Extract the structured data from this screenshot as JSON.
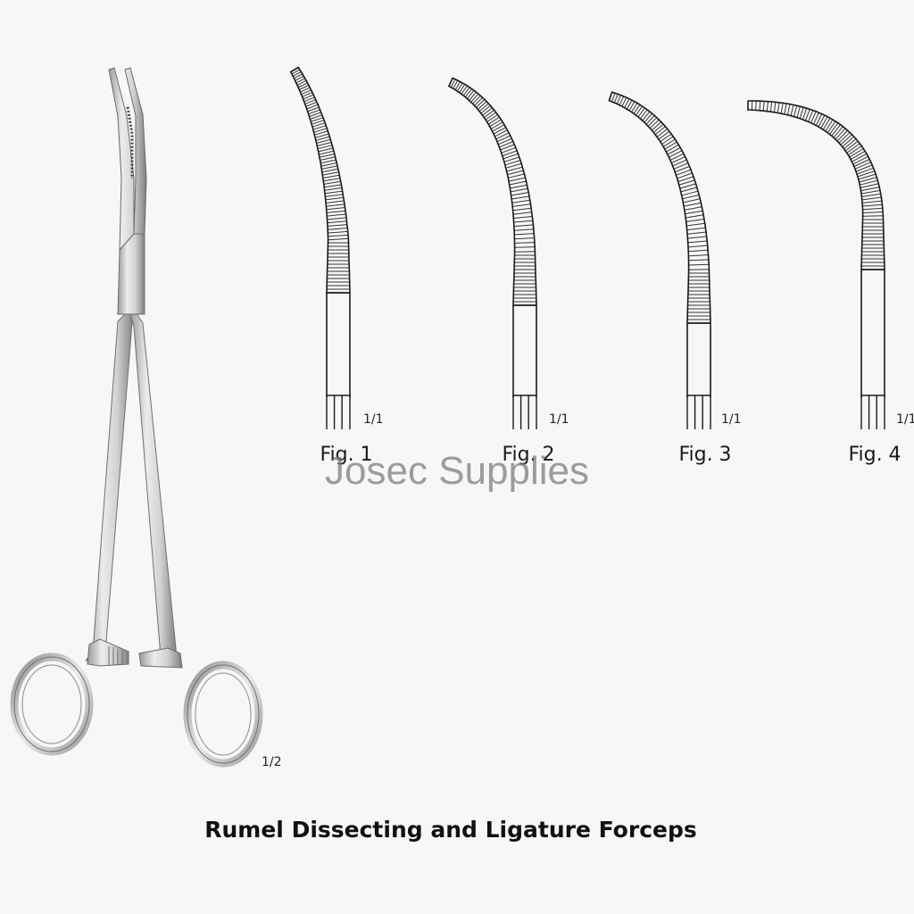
{
  "figures": [
    {
      "label": "Fig. 1",
      "scale": "1/1"
    },
    {
      "label": "Fig. 2",
      "scale": "1/1"
    },
    {
      "label": "Fig. 3",
      "scale": "1/1"
    },
    {
      "label": "Fig. 4",
      "scale": "1/1"
    }
  ],
  "full_instrument_scale": "1/2",
  "watermark": "Josec Supplies",
  "caption": "Rumel Dissecting and Ligature Forceps",
  "colors": {
    "background": "#f7f7f7",
    "ink": "#1a1a1a",
    "steel_light": "#e4e4e4",
    "steel_dark": "#8a8a8a"
  }
}
